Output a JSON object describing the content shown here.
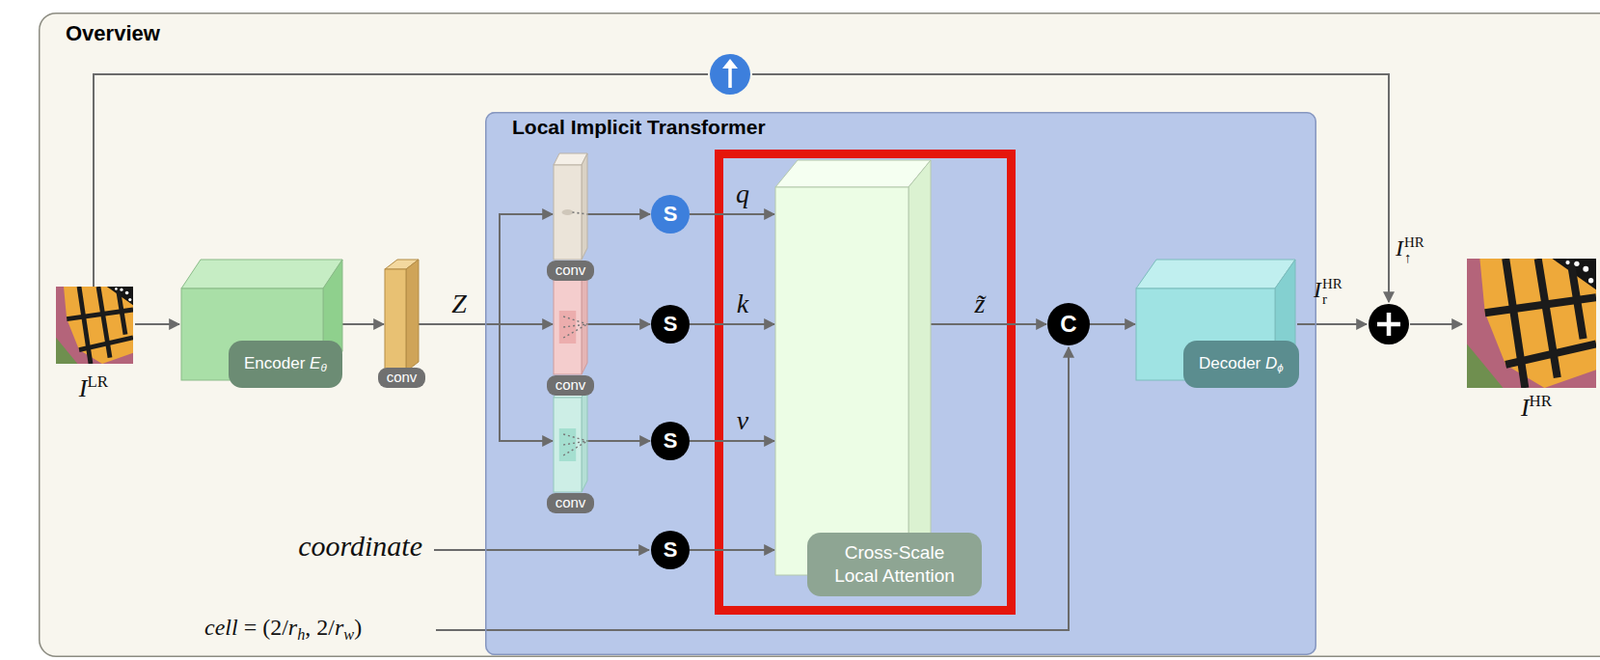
{
  "diagram": {
    "nodes": [
      {
        "text": [
          "Overview"
        ]
      },
      {
        "text": [
          "Encoder Eθ"
        ],
        "in": 0
      },
      {
        "text": [
          "conv"
        ],
        "in": 0
      },
      {
        "text": [
          "Local Implicit Transformer"
        ],
        "in": 0
      },
      {
        "text": [
          "conv"
        ],
        "in": 3
      },
      {
        "text": [
          "conv"
        ],
        "in": 3
      },
      {
        "text": [
          "conv"
        ],
        "in": 3
      },
      {
        "text": [
          "S"
        ],
        "in": 3
      },
      {
        "text": [
          "S"
        ],
        "in": 3
      },
      {
        "text": [
          "S"
        ],
        "in": 3
      },
      {
        "text": [
          "S"
        ],
        "in": 3
      },
      {
        "text": [
          "Cross-Scale Local Attention"
        ],
        "in": 3
      },
      {
        "text": [
          "C"
        ],
        "in": 3
      },
      {
        "text": [
          "Decoder Dϕ"
        ],
        "in": 3
      }
    ],
    "edges": [
      {
        "from": 1,
        "to": 2,
        "arrow": "to"
      },
      {
        "from": 2,
        "to": 4,
        "arrow": "to"
      },
      {
        "from": 2,
        "to": 5,
        "arrow": "to",
        "label": "Z"
      },
      {
        "from": 2,
        "to": 6,
        "arrow": "to"
      },
      {
        "from": 4,
        "to": 7,
        "arrow": "to"
      },
      {
        "from": 5,
        "to": 8,
        "arrow": "to"
      },
      {
        "from": 6,
        "to": 9,
        "arrow": "to"
      },
      {
        "from": 7,
        "to": 11,
        "arrow": "to",
        "label": "q"
      },
      {
        "from": 8,
        "to": 11,
        "arrow": "to",
        "label": "k"
      },
      {
        "from": 9,
        "to": 11,
        "arrow": "to",
        "label": "v"
      },
      {
        "from": 10,
        "to": 11,
        "arrow": "to"
      },
      {
        "from": 11,
        "to": 12,
        "arrow": "to",
        "label": "z̃"
      },
      {
        "from": 12,
        "to": 13,
        "arrow": "to"
      }
    ],
    "labels": [
      "ILR",
      "coordinate",
      "cell = (2/rh, 2/rw)",
      "I↑HR",
      "IrHR",
      "IHR"
    ]
  }
}
